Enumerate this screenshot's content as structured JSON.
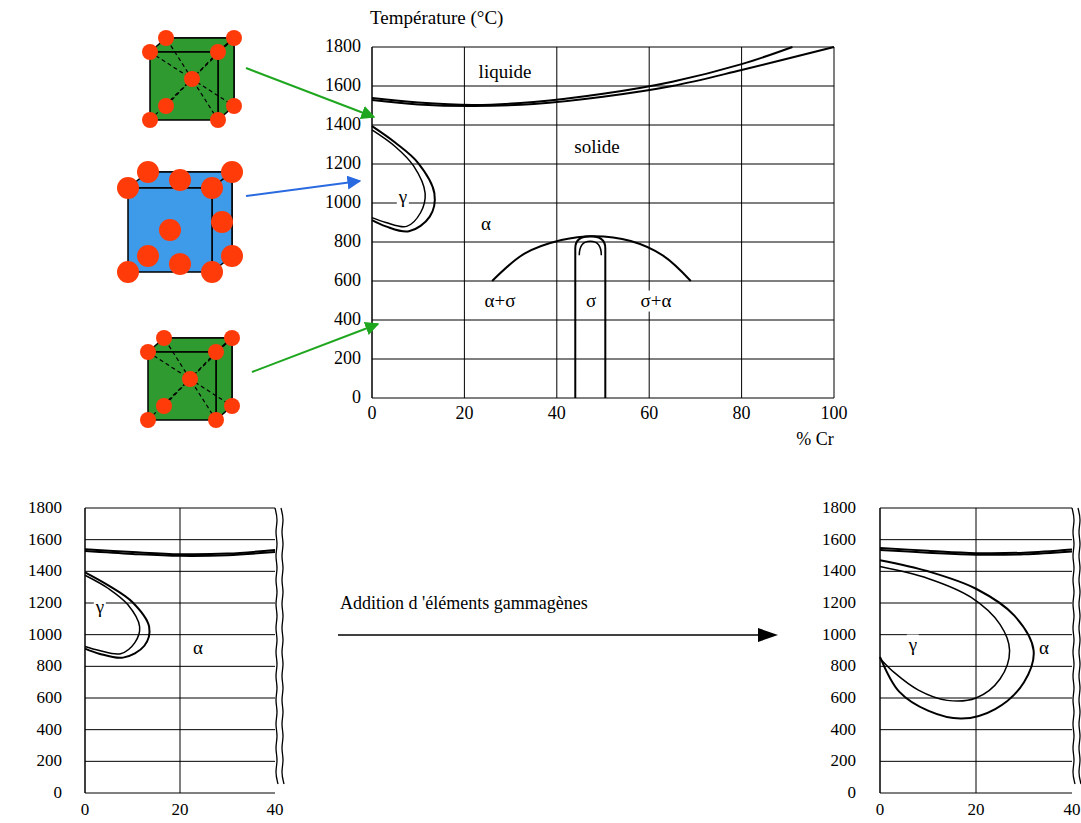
{
  "diagram": {
    "labels": [
      "Température (°C)",
      "1800",
      "1600",
      "1400",
      "1200",
      "1000",
      "800",
      "600",
      "400",
      "200",
      "0",
      "0",
      "20",
      "40",
      "60",
      "80",
      "100",
      "% Cr",
      "liquide",
      "solide",
      "γ",
      "α",
      "α+σ",
      "σ",
      "σ+α",
      "1800",
      "1600",
      "1400",
      "1200",
      "1000",
      "800",
      "600",
      "400",
      "200",
      "0",
      "0",
      "20",
      "40",
      "γ",
      "α",
      "Addition d 'éléments gammagènes",
      "1800",
      "1600",
      "1400",
      "1200",
      "1000",
      "800",
      "600",
      "400",
      "200",
      "0",
      "0",
      "20",
      "40",
      "γ",
      "α"
    ]
  }
}
